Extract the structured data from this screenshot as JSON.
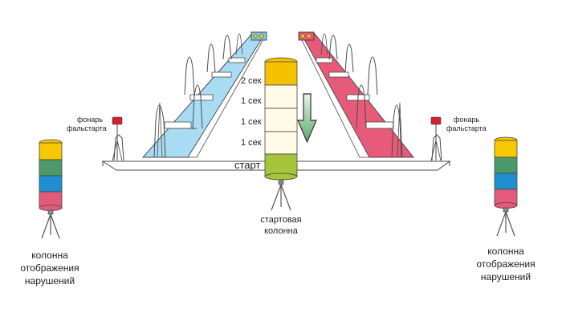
{
  "labels": {
    "false_start_lamp_left": [
      "фонарь",
      "фальстарта"
    ],
    "false_start_lamp_right": [
      "фонарь",
      "фальстарта"
    ],
    "starting_column": [
      "стартовая",
      "колонна"
    ],
    "violations_column_left": [
      "колонна",
      "отображения",
      "нарушений"
    ],
    "violations_column_right": [
      "колонна",
      "отображения",
      "нарушений"
    ],
    "start_line": "старт",
    "timing": [
      "2 сек",
      "1 сек",
      "1 сек",
      "1 сек"
    ]
  },
  "colors": {
    "amber": "#f6c200",
    "amber_light": "#fffbe6",
    "start_green": "#a6c53a",
    "track_blue": "#a9dcf3",
    "track_pink": "#e85a7a",
    "lamp_red": "#d42033",
    "violation_yellow": "#f5c800",
    "violation_green": "#4c9a6a",
    "violation_blue": "#1f8fd0",
    "violation_pink": "#e35a7a",
    "arrow_green": "#5aa86a"
  }
}
